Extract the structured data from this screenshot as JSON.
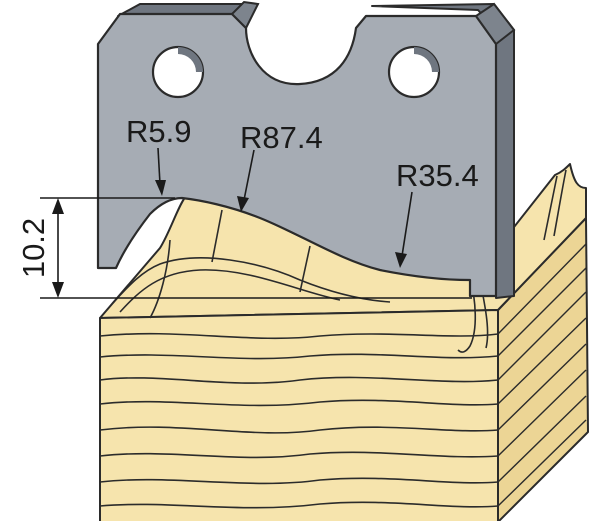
{
  "diagram": {
    "radius_labels": [
      "R5.9",
      "R87.4",
      "R35.4"
    ],
    "height_dimension": "10.2"
  },
  "colors": {
    "blade_face": "#a6acb4",
    "blade_edge": "#6f7680",
    "wood_face": "#f6e4ad",
    "wood_shade": "#e8cf8a",
    "grain_line": "#2b2b2b",
    "dimension_line": "#1a1a1a"
  }
}
